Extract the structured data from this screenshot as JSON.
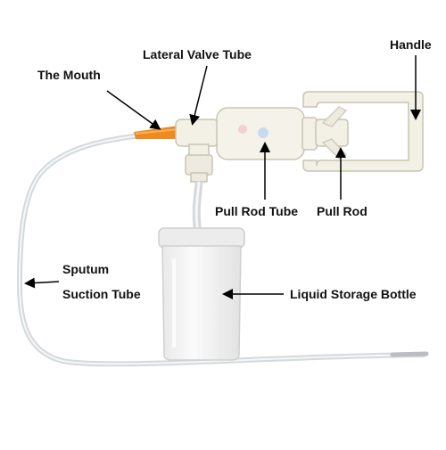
{
  "labels": {
    "mouth": "The Mouth",
    "lateral_valve_tube": "Lateral Valve Tube",
    "handle": "Handle",
    "pull_rod_tube": "Pull Rod Tube",
    "pull_rod": "Pull Rod",
    "sputum": "Sputum",
    "suction_tube": "Suction Tube",
    "liquid_storage_bottle": "Liquid Storage Bottle"
  },
  "colors": {
    "device_body": "#f3f0e6",
    "device_outline": "#c9c4b4",
    "tip": "#f08a1c",
    "tube": "#d8dde0",
    "bottle": "#f2f2f2",
    "arrow": "#000000"
  }
}
